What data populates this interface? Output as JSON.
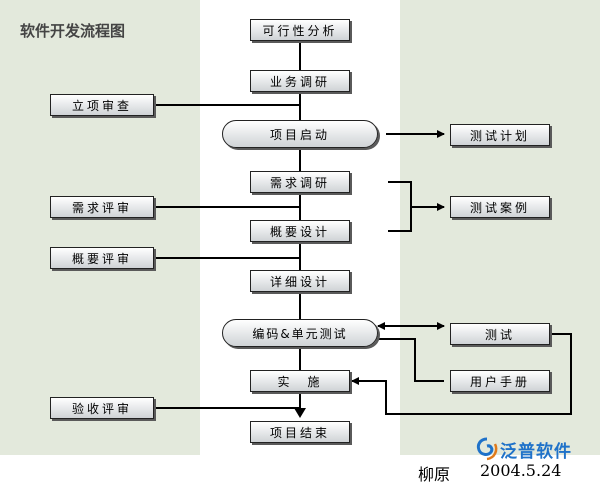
{
  "title": "软件开发流程图",
  "flow": {
    "feasibility": "可行性分析",
    "business_research": "业务调研",
    "project_start": "项目启动",
    "requirements": "需求调研",
    "overview_design": "概要设计",
    "detailed_design": "详细设计",
    "coding_unit_test": "编码&单元测试",
    "implementation": "实　施",
    "project_end": "项目结束"
  },
  "reviews": {
    "project_review": "立项审查",
    "requirements_review": "需求评审",
    "overview_review": "概要评审",
    "acceptance_review": "验收评审"
  },
  "testing": {
    "test_plan": "测试计划",
    "test_cases": "测试案例",
    "test": "测试",
    "user_manual": "用户手册"
  },
  "footer": {
    "author": "柳原",
    "date": "2004.5.24"
  },
  "logo": {
    "text": "泛普软件",
    "icon": "swirl-logo-icon"
  },
  "colors": {
    "side_background": "#e3e9dc",
    "logo_blue": "#1f72c9"
  }
}
